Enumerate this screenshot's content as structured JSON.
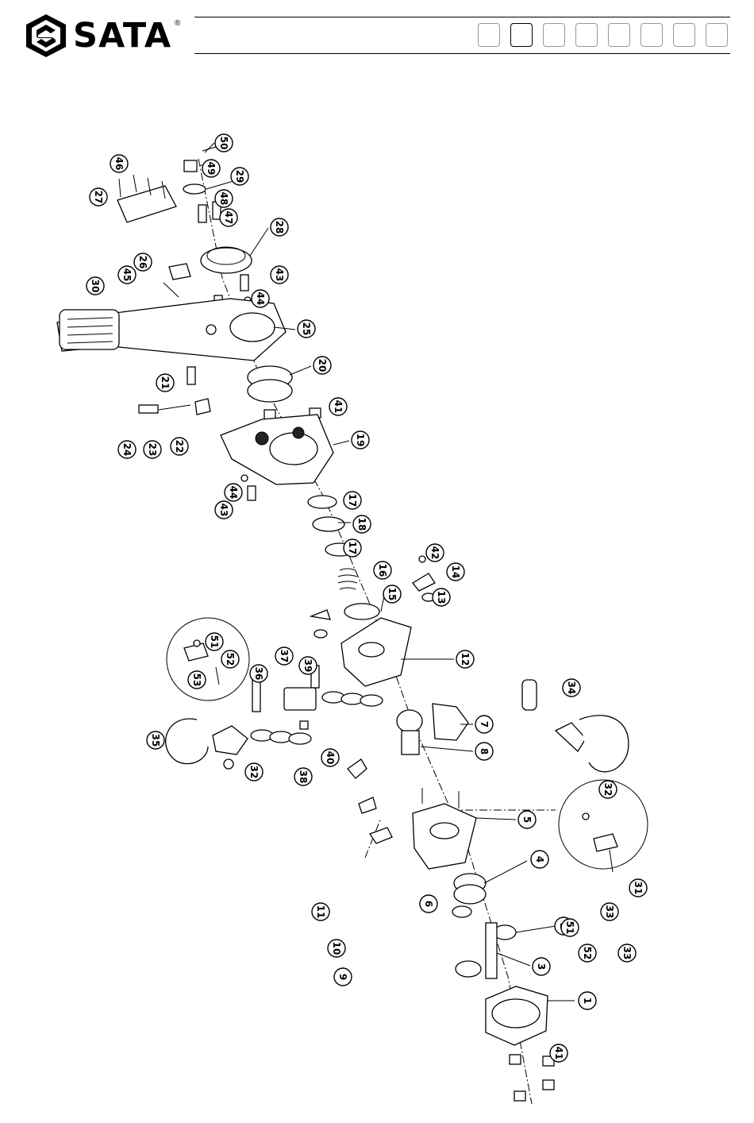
{
  "header": {
    "brand": "SATA",
    "registered_mark": "®",
    "tab_count": 8,
    "active_tab_index": 1
  },
  "diagram": {
    "callouts": [
      "1",
      "2",
      "3",
      "4",
      "5",
      "6",
      "7",
      "8",
      "9",
      "10",
      "11",
      "12",
      "13",
      "14",
      "15",
      "16",
      "17",
      "18",
      "17",
      "19",
      "20",
      "21",
      "22",
      "23",
      "24",
      "25",
      "26",
      "27",
      "28",
      "29",
      "30",
      "31",
      "32",
      "33",
      "34",
      "35",
      "36",
      "37",
      "38",
      "39",
      "40",
      "41",
      "41",
      "42",
      "43",
      "44",
      "43",
      "44",
      "45",
      "46",
      "47",
      "48",
      "49",
      "50",
      "51",
      "52",
      "53",
      "32",
      "33",
      "51",
      "52"
    ]
  }
}
